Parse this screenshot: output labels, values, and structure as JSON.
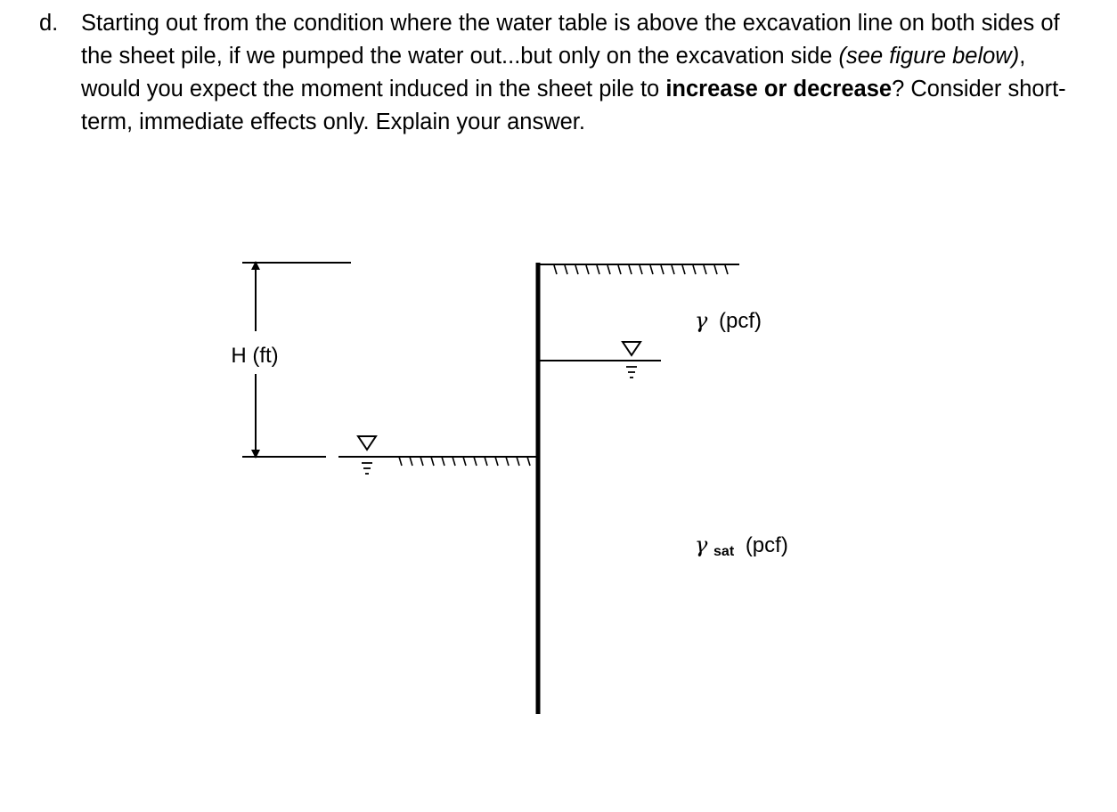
{
  "question": {
    "label": "d.",
    "seg1": "Starting out from the condition where the water table is above the excavation line on both sides of the sheet pile, if we pumped the water out...but only on the excavation side ",
    "seg2_italic": "(see figure below)",
    "seg3": ", would you expect the moment induced in the sheet pile to ",
    "seg4_bold": "increase or decrease",
    "seg5": "?  Consider short-term, immediate effects only.  Explain your answer."
  },
  "diagram": {
    "height_label": "H (ft)",
    "upper_soil_symbol": "γ",
    "upper_soil_unit": "(pcf)",
    "lower_soil_symbol": "γ",
    "lower_soil_subscript": "sat",
    "lower_soil_unit": "(pcf)"
  }
}
